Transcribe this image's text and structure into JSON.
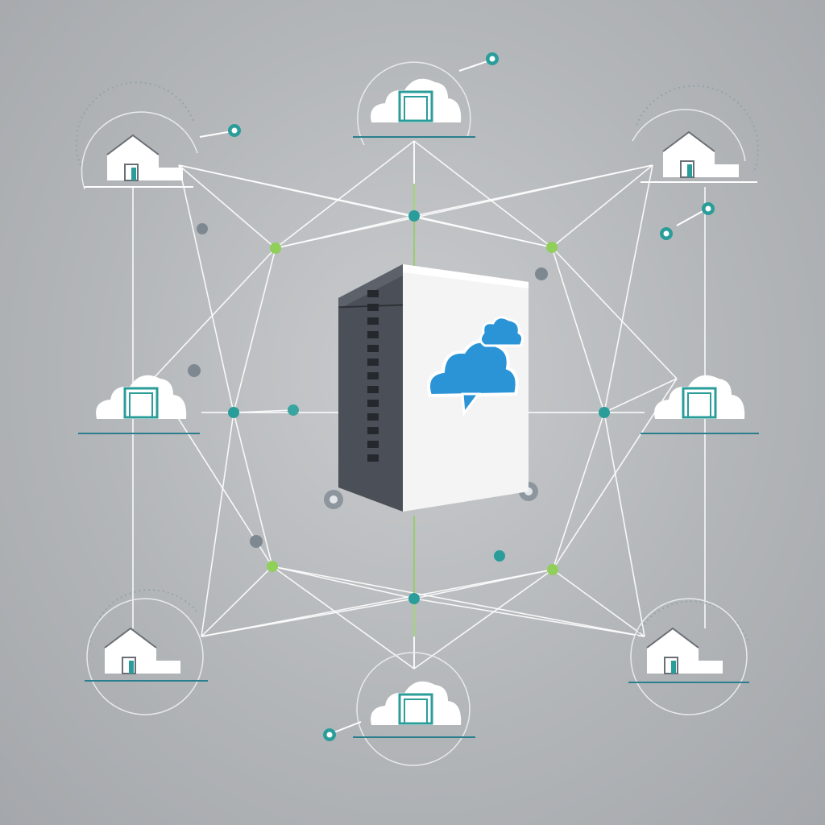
{
  "diagram": {
    "type": "cloud-network-topology",
    "hub": {
      "name": "server-rack",
      "icon": "cloud-server-icon",
      "logo_icon": "cloud-speech-icon",
      "logo_color": "#2a94d6"
    },
    "nodes": [
      {
        "name": "cloud-garage-top",
        "icon": "cloud-garage-icon",
        "ring": true
      },
      {
        "name": "house-top-left",
        "icon": "house-icon",
        "ring": true
      },
      {
        "name": "house-top-right",
        "icon": "house-icon",
        "ring": true
      },
      {
        "name": "cloud-garage-left",
        "icon": "cloud-garage-icon",
        "ring": false
      },
      {
        "name": "cloud-garage-right",
        "icon": "cloud-garage-icon",
        "ring": false
      },
      {
        "name": "house-bottom-left",
        "icon": "house-icon",
        "ring": true
      },
      {
        "name": "house-bottom-right",
        "icon": "house-icon",
        "ring": true
      },
      {
        "name": "cloud-garage-bottom",
        "icon": "cloud-garage-icon",
        "ring": true
      }
    ],
    "junctions": [
      {
        "name": "junction-top",
        "color": "#2a9d9a"
      },
      {
        "name": "junction-upper-left",
        "color": "#8fcf5a"
      },
      {
        "name": "junction-upper-right",
        "color": "#8fcf5a"
      },
      {
        "name": "junction-left",
        "color": "#2a9d9a"
      },
      {
        "name": "junction-right",
        "color": "#2a9d9a"
      },
      {
        "name": "junction-inner-left",
        "color": "#3aa5a0"
      },
      {
        "name": "junction-lower-left",
        "color": "#8fcf5a"
      },
      {
        "name": "junction-lower-right",
        "color": "#8fcf5a"
      },
      {
        "name": "junction-bottom",
        "color": "#2a9d9a"
      },
      {
        "name": "junction-inner-bottom",
        "color": "#2a9d9a"
      }
    ],
    "colors": {
      "background": "#b9bcbf",
      "lines": "#ffffff",
      "accent_teal": "#2a9d9a",
      "accent_green": "#8fcf5a",
      "accent_blue": "#2a94d6",
      "server_dark": "#4b4f57",
      "server_panel": "#f4f4f4"
    }
  }
}
